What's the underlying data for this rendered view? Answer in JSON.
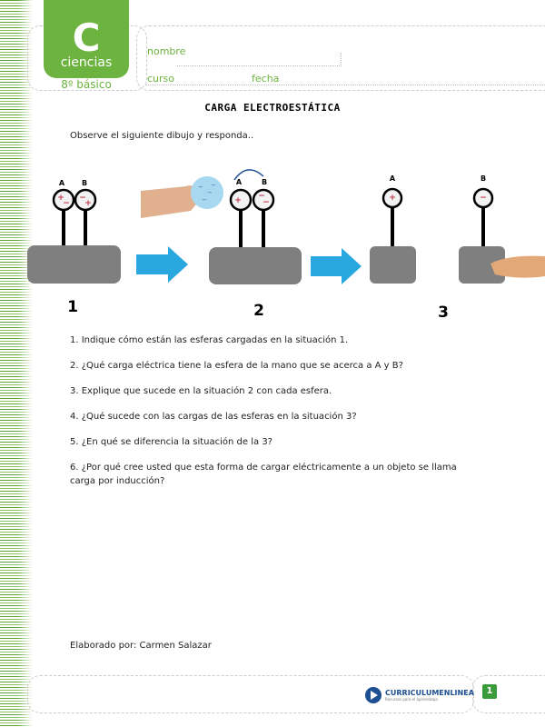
{
  "header": {
    "logo_letter": "C",
    "subject": "ciencias",
    "grade": "8º básico",
    "name_label": "nombre",
    "course_label": "curso",
    "date_label": "fecha"
  },
  "title": "CARGA ELECTROESTÁTICA",
  "instruction": "Observe el siguiente dibujo y responda..",
  "figure": {
    "sphere_a": "A",
    "sphere_b": "B",
    "step1": "1",
    "step2": "2",
    "step3": "3",
    "colors": {
      "base": "#7f7f7f",
      "arrow": "#29a8e0",
      "charge": "#c0304a",
      "ball": "#a8d8f0"
    }
  },
  "questions": [
    "1. Indique cómo están las esferas cargadas en la situación 1.",
    "2. ¿Qué carga eléctrica tiene la esfera de la mano que se acerca a A y B?",
    "3. Explique que sucede en la situación 2 con cada esfera.",
    "4. ¿Qué sucede con las cargas de las esferas en la situación 3?",
    "5. ¿En qué se diferencia la situación de la 3?",
    "6. ¿Por qué cree usted que esta forma de cargar eléctricamente a un objeto se llama carga por inducción?"
  ],
  "author": "Elaborado por: Carmen Salazar",
  "footer": {
    "brand": "CURRICULUMENLINEA",
    "brand_sub": "Recursos para el aprendizaje",
    "page": "1"
  }
}
